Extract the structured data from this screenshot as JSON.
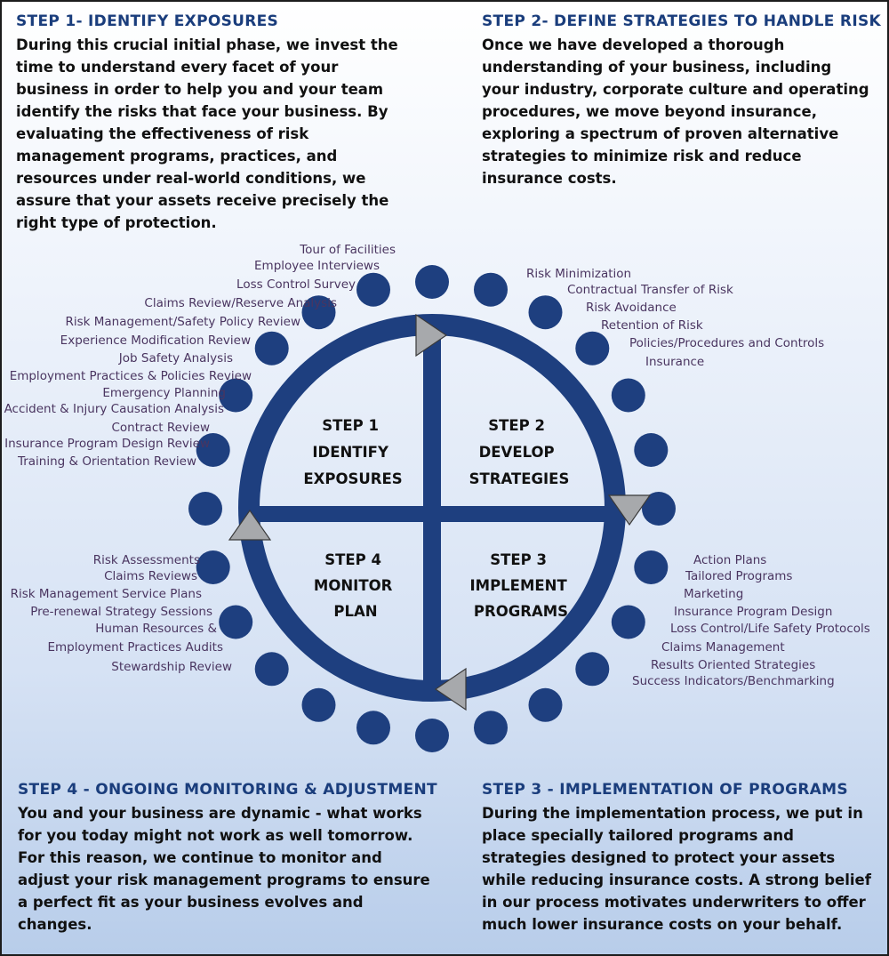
{
  "steps": {
    "step1": {
      "title": "STEP 1- IDENTIFY EXPOSURES",
      "body": "During this crucial initial phase, we invest the time to understand every facet of your business in order to help you and your team identify the risks that face your business. By evaluating the effectiveness of risk management programs, practices, and resources under real-world conditions, we assure that your assets receive precisely the right type of protection."
    },
    "step2": {
      "title": "STEP 2- DEFINE STRATEGIES TO HANDLE RISK",
      "body": "Once we have developed a thorough understanding of your business, including your industry, corporate culture and operating procedures, we move beyond insurance, exploring a spectrum of proven alternative strategies to minimize risk and reduce insurance costs."
    },
    "step4": {
      "title": "STEP 4 - ONGOING MONITORING & ADJUSTMENT",
      "body": "You and your business are dynamic - what works for you today might not work as well tomorrow. For this reason, we continue to monitor and adjust your risk management programs to ensure a perfect fit as your business evolves and changes."
    },
    "step3": {
      "title": "STEP 3 - IMPLEMENTATION OF PROGRAMS",
      "body": "During the implementation process, we put in place specially tailored programs and strategies designed to protect your assets while reducing insurance costs. A strong belief in our process motivates underwriters to offer much lower insurance costs on your behalf."
    }
  },
  "quadrants": {
    "q1": [
      "STEP 1",
      "IDENTIFY",
      "EXPOSURES"
    ],
    "q2": [
      "STEP 2",
      "DEVELOP",
      "STRATEGIES"
    ],
    "q3": [
      "STEP 3",
      "IMPLEMENT",
      "PROGRAMS"
    ],
    "q4": [
      "STEP 4",
      "MONITOR",
      "PLAN"
    ]
  },
  "labels": {
    "identify": [
      "Tour of Facilities",
      "Employee Interviews",
      "Loss Control Survey",
      "Claims Review/Reserve Analysis",
      "Risk Management/Safety Policy Review",
      "Experience Modification Review",
      "Job Safety Analysis",
      "Employment Practices & Policies Review",
      "Emergency Planning",
      "Accident & Injury Causation Analysis",
      "Contract Review",
      "Insurance Program Design Review",
      "Training & Orientation Review"
    ],
    "develop": [
      "Risk Minimization",
      "Contractual Transfer of Risk",
      "Risk Avoidance",
      "Retention of Risk",
      "Policies/Procedures and Controls",
      "Insurance"
    ],
    "implement": [
      "Action Plans",
      "Tailored Programs",
      "Marketing",
      "Insurance Program Design",
      "Loss Control/Life Safety Protocols",
      "Claims Management",
      "Results Oriented Strategies",
      "Success Indicators/Benchmarking"
    ],
    "monitor": [
      "Risk Assessments",
      "Claims Reviews",
      "Risk Management Service Plans",
      "Pre-renewal Strategy Sessions",
      "Human Resources &",
      "Employment Practices Audits",
      "Stewardship Review"
    ]
  },
  "colors": {
    "ring": "#1e3f7f",
    "dot": "#1e3f7f",
    "arrow": "#a7a9ac",
    "heading": "#1a3d7c",
    "label": "#4a3560"
  }
}
